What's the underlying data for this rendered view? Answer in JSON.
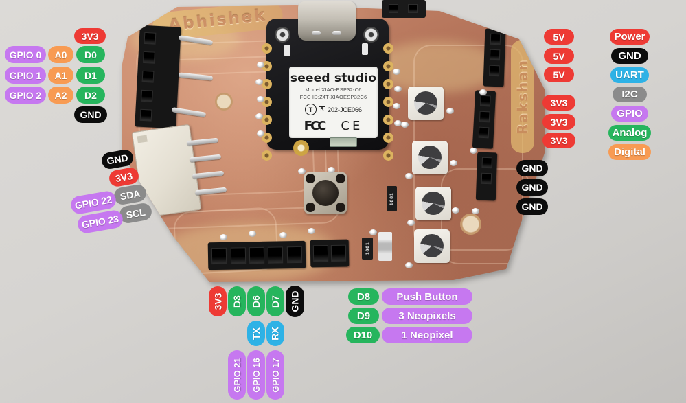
{
  "legend": {
    "power": "Power",
    "gnd": "GND",
    "uart": "UART",
    "i2c": "I2C",
    "gpio": "GPIO",
    "analog": "Analog",
    "digital": "Digital"
  },
  "left": {
    "v33": "3V3",
    "gnd": "GND",
    "rows": [
      {
        "gpio": "GPIO 0",
        "a": "A0",
        "d": "D0"
      },
      {
        "gpio": "GPIO 1",
        "a": "A1",
        "d": "D1"
      },
      {
        "gpio": "GPIO 2",
        "a": "A2",
        "d": "D2"
      }
    ]
  },
  "i2c": {
    "gnd": "GND",
    "v33": "3V3",
    "sda": "SDA",
    "scl": "SCL",
    "gpio22": "GPIO 22",
    "gpio23": "GPIO 23"
  },
  "right": {
    "v5": [
      "5V",
      "5V",
      "5V"
    ],
    "v33": [
      "3V3",
      "3V3",
      "3V3"
    ],
    "gnd": [
      "GND",
      "GND",
      "GND"
    ]
  },
  "bottom": {
    "v33": "3V3",
    "d3": "D3",
    "d6": "D6",
    "d7": "D7",
    "gnd": "GND",
    "tx": "TX",
    "rx": "RX",
    "gpio21": "GPIO 21",
    "gpio16": "GPIO 16",
    "gpio17": "GPIO 17"
  },
  "peripherals": {
    "rows": [
      {
        "pin": "D8",
        "desc": "Push Button"
      },
      {
        "pin": "D9",
        "desc": "3 Neopixels"
      },
      {
        "pin": "D10",
        "desc": "1 Neopixel"
      }
    ]
  },
  "board": {
    "etched_top": "Abhishek",
    "etched_right": "Rakshan",
    "module": {
      "brand": "seeed studio",
      "model": "Model:XIAO-ESP32-C6",
      "fcc": "FCC ID:Z4T-XIAOESP32C6",
      "mic": "T",
      "cert_r": "R",
      "cert": "202-JCE066",
      "fcc_logo": "FCC",
      "ce_logo": "CE"
    },
    "resistor_code": "1001"
  },
  "colors": {
    "power_red": "#ee3a34",
    "gnd_black": "#0c0c0c",
    "uart_cyan": "#2eb2e6",
    "i2c_gray": "#8b8b8b",
    "gpio_purple": "#c678f0",
    "analog_green": "#26b55d",
    "digital_orange": "#f89b53",
    "board_copper": "#bd8064",
    "background": "#d6d4d1"
  }
}
